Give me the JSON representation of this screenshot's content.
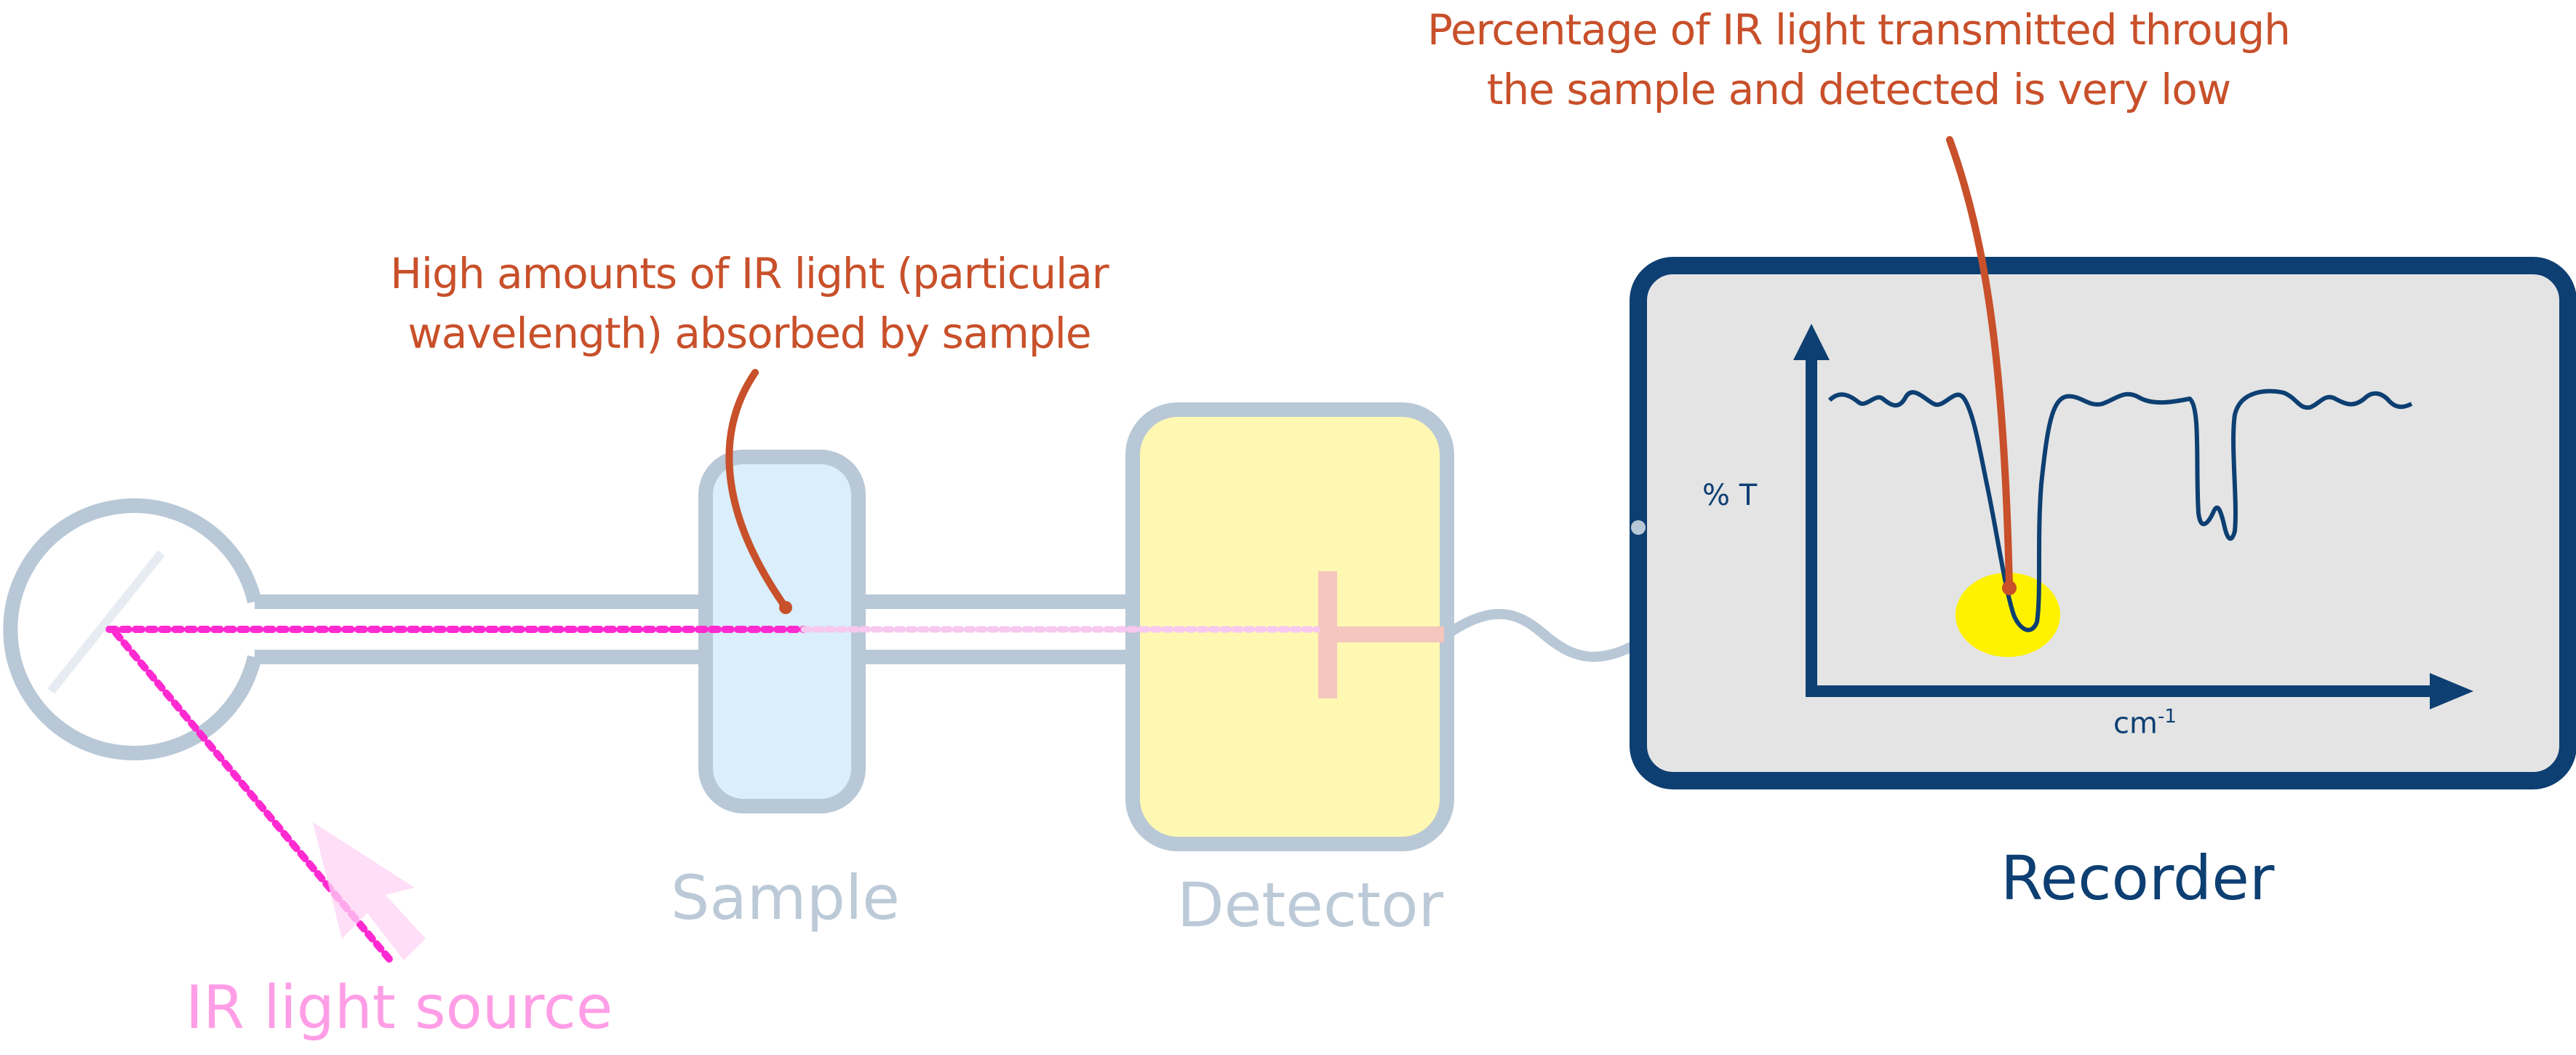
{
  "colors": {
    "frame": "#b9c8d6",
    "beam": "#ff2bd1",
    "sample_fill": "#daeefb",
    "detector_fill": "#fff8b2",
    "recorder_border": "#0d3f72",
    "recorder_fill": "#e4e4e4",
    "annotation": "#c8502a",
    "highlight": "#fff200",
    "source_label": "#ff9ee6",
    "muted_label": "#bccad8"
  },
  "components": {
    "source_label": "IR light source",
    "sample_label": "Sample",
    "detector_label": "Detector",
    "recorder_label": "Recorder"
  },
  "annotations": {
    "absorbed_line1": "High amounts of IR light (particular",
    "absorbed_line2": "wavelength) absorbed by sample",
    "transmitted_line1": "Percentage of IR light transmitted through",
    "transmitted_line2": "the sample and detected is very low"
  },
  "recorder_plot": {
    "ylabel": "% T",
    "xlabel": "cm",
    "xlabel_superscript": "-1"
  },
  "icons": [
    "arrow-cursor-icon",
    "mirror-icon",
    "y-axis-arrow-icon",
    "x-axis-arrow-icon"
  ]
}
